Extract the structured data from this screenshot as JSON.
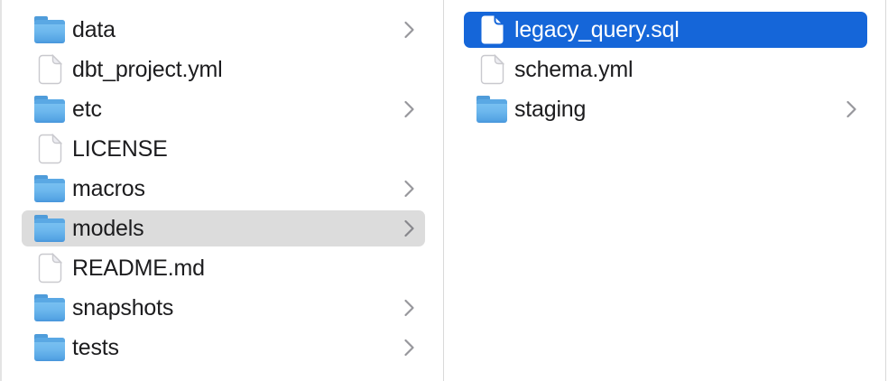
{
  "app": "finder-column-browser",
  "colors": {
    "selection_blue": "#1566d9",
    "selection_gray": "#dcdcdc",
    "divider": "#d9d9d9",
    "text": "#1c1c1e",
    "text_selected": "#ffffff",
    "folder_blue": "#6db8ee",
    "chevron_gray": "#97979c"
  },
  "columns": [
    {
      "name": "column-1",
      "items": [
        {
          "label": "data",
          "type": "folder",
          "chevron": true,
          "selected": "none"
        },
        {
          "label": "dbt_project.yml",
          "type": "file",
          "chevron": false,
          "selected": "none"
        },
        {
          "label": "etc",
          "type": "folder",
          "chevron": true,
          "selected": "none"
        },
        {
          "label": "LICENSE",
          "type": "file",
          "chevron": false,
          "selected": "none"
        },
        {
          "label": "macros",
          "type": "folder",
          "chevron": true,
          "selected": "none"
        },
        {
          "label": "models",
          "type": "folder",
          "chevron": true,
          "selected": "gray"
        },
        {
          "label": "README.md",
          "type": "file",
          "chevron": false,
          "selected": "none"
        },
        {
          "label": "snapshots",
          "type": "folder",
          "chevron": true,
          "selected": "none"
        },
        {
          "label": "tests",
          "type": "folder",
          "chevron": true,
          "selected": "none"
        }
      ]
    },
    {
      "name": "column-2",
      "items": [
        {
          "label": "legacy_query.sql",
          "type": "file",
          "chevron": false,
          "selected": "blue"
        },
        {
          "label": "schema.yml",
          "type": "file",
          "chevron": false,
          "selected": "none"
        },
        {
          "label": "staging",
          "type": "folder",
          "chevron": true,
          "selected": "none"
        }
      ]
    }
  ]
}
